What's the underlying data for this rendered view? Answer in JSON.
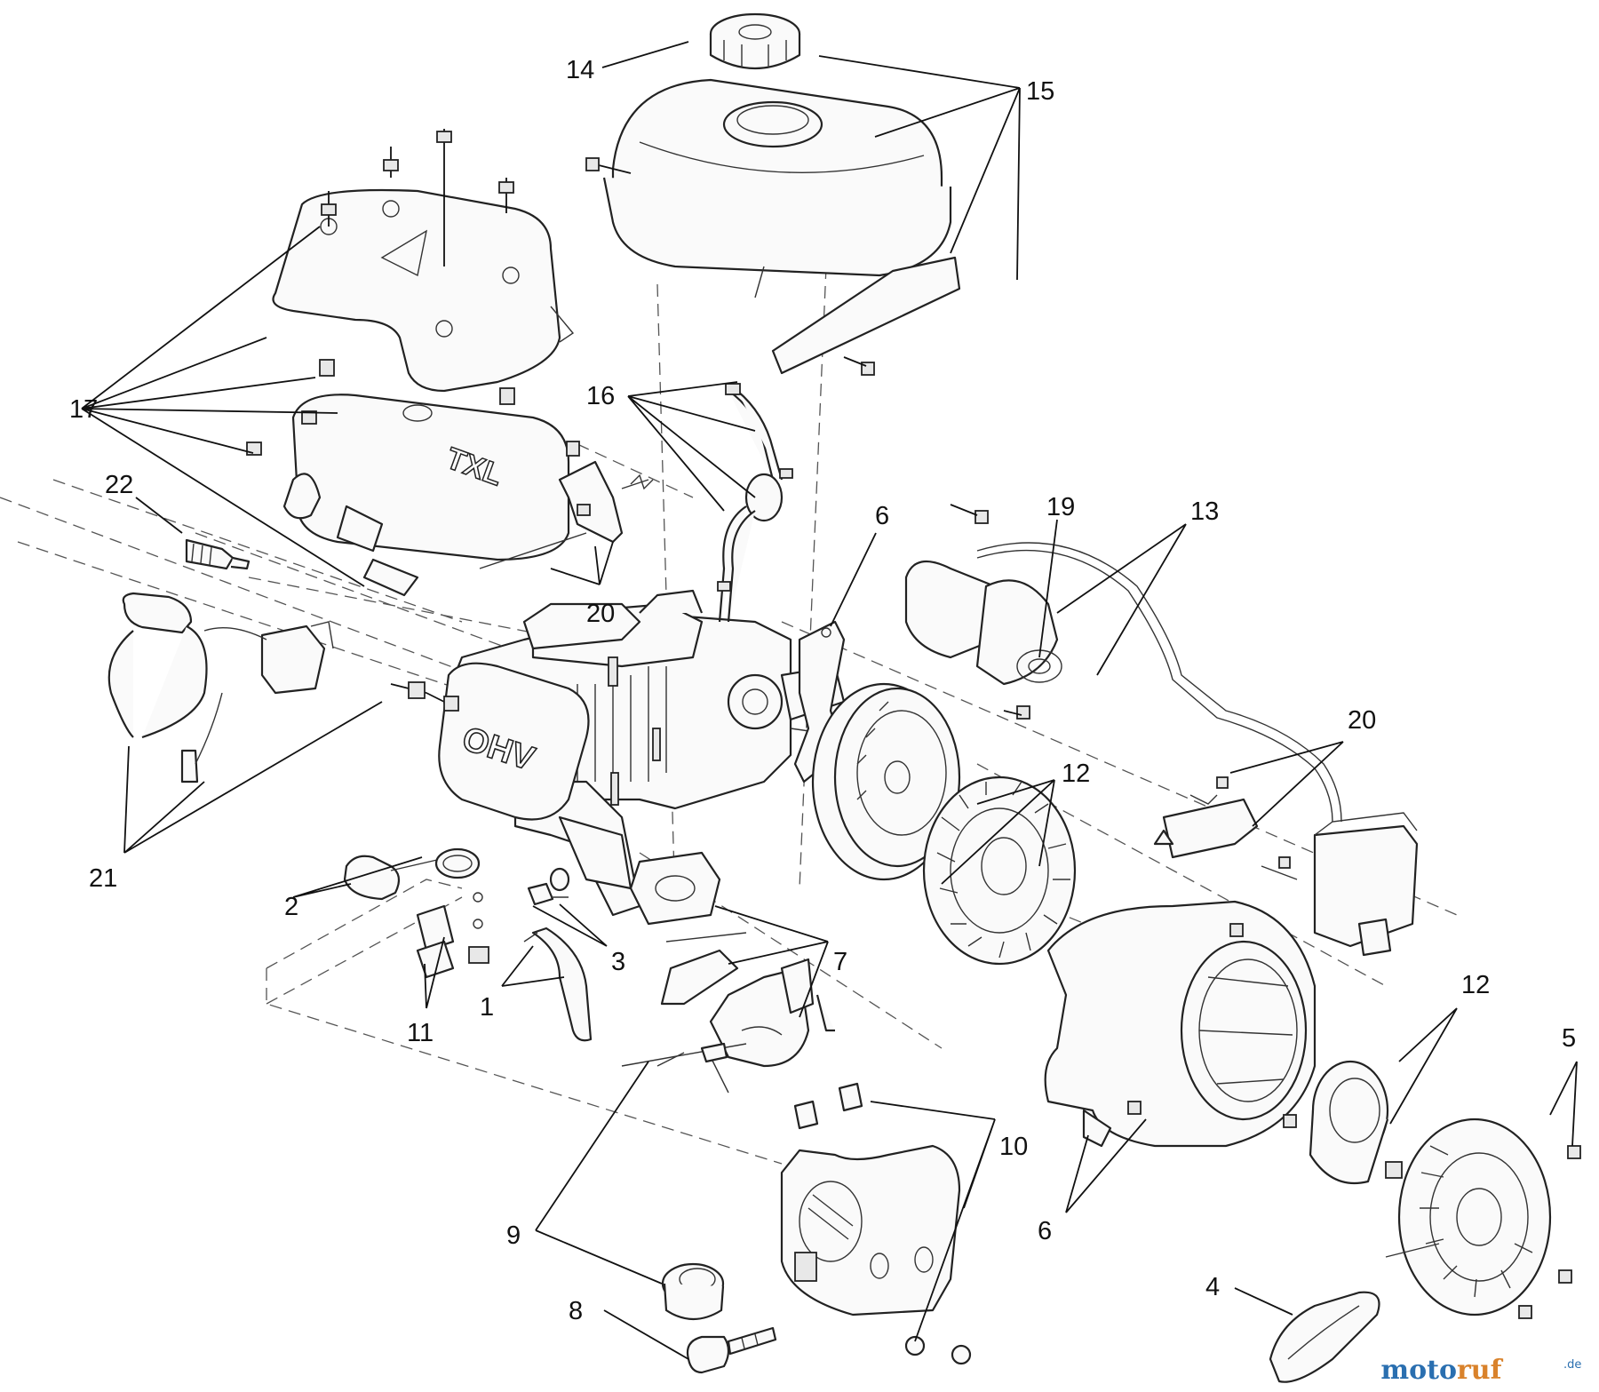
{
  "diagram": {
    "callouts": [
      "14",
      "15",
      "17",
      "16",
      "22",
      "6",
      "19",
      "13",
      "20",
      "20",
      "21",
      "12",
      "2",
      "3",
      "7",
      "11",
      "1",
      "12",
      "5",
      "10",
      "9",
      "6",
      "8",
      "4"
    ],
    "engine_cover_text": "OHV",
    "valve_cover_text": "TXL"
  },
  "watermark": {
    "part1": "moto",
    "part2": "ruf",
    "suffix": ".de"
  }
}
